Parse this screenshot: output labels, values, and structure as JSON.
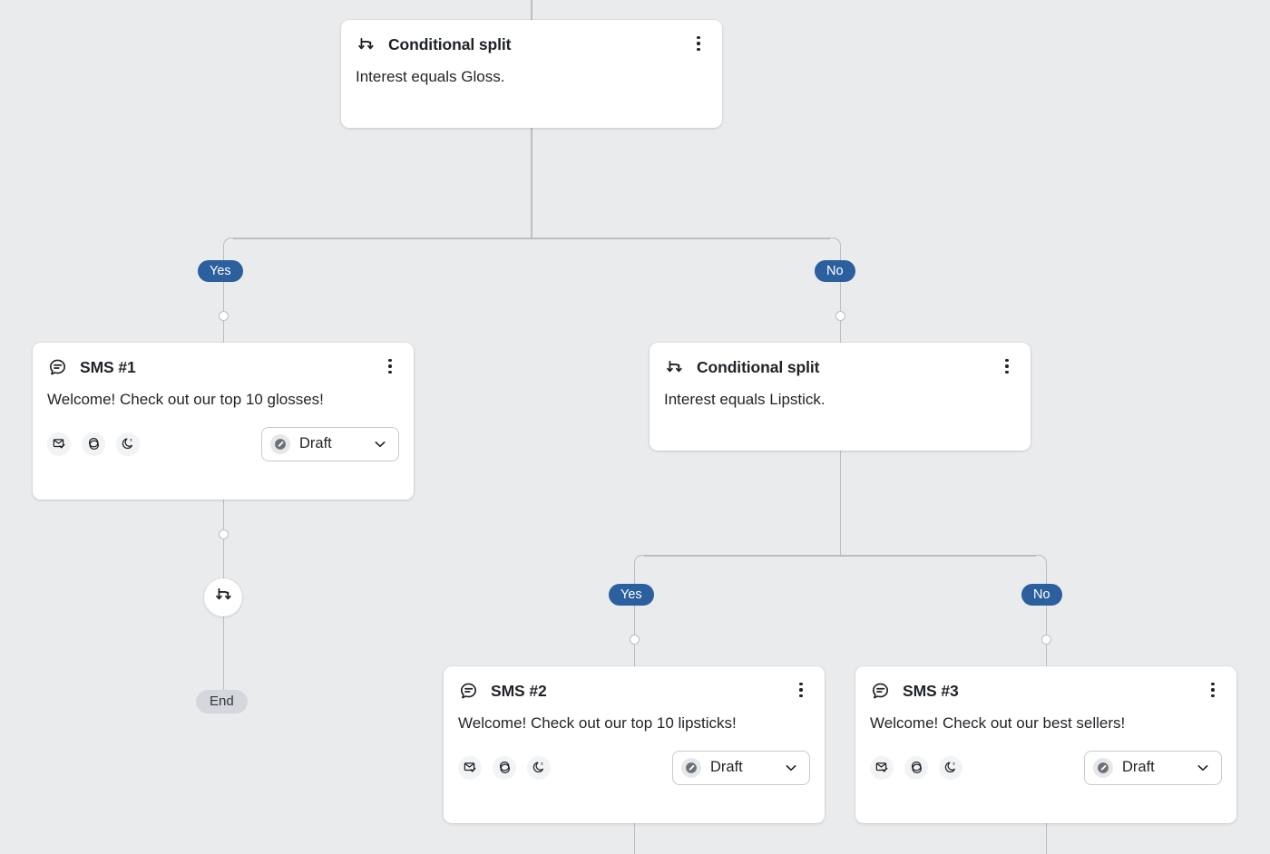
{
  "canvas": {
    "background_color": "#eaebed",
    "line_color": "#b9bec4",
    "branch_pill_color": "#2b5f9e",
    "end_pill_color": "#d4d7dc"
  },
  "nodes": {
    "split_top": {
      "type": "conditional-split",
      "title": "Conditional split",
      "description": "Interest equals Gloss.",
      "icon": "split-arrows-icon",
      "menu_icon": "kebab-menu-icon"
    },
    "sms_1": {
      "type": "sms",
      "title": "SMS #1",
      "message": "Welcome! Check out our top 10 glosses!",
      "icon": "sms-bubble-icon",
      "menu_icon": "kebab-menu-icon",
      "chips": [
        "smart-sending-icon",
        "utm-tracking-icon",
        "quiet-hours-icon"
      ],
      "status": {
        "label": "Draft",
        "icon": "draft-pencil-icon",
        "chevron": "chevron-down-icon"
      }
    },
    "split_mid": {
      "type": "conditional-split",
      "title": "Conditional split",
      "description": "Interest equals Lipstick.",
      "icon": "split-arrows-icon",
      "menu_icon": "kebab-menu-icon"
    },
    "sms_2": {
      "type": "sms",
      "title": "SMS #2",
      "message": "Welcome! Check out our top 10 lipsticks!",
      "icon": "sms-bubble-icon",
      "menu_icon": "kebab-menu-icon",
      "chips": [
        "smart-sending-icon",
        "utm-tracking-icon",
        "quiet-hours-icon"
      ],
      "status": {
        "label": "Draft",
        "icon": "draft-pencil-icon",
        "chevron": "chevron-down-icon"
      }
    },
    "sms_3": {
      "type": "sms",
      "title": "SMS #3",
      "message": "Welcome! Check out our best sellers!",
      "icon": "sms-bubble-icon",
      "menu_icon": "kebab-menu-icon",
      "chips": [
        "smart-sending-icon",
        "utm-tracking-icon",
        "quiet-hours-icon"
      ],
      "status": {
        "label": "Draft",
        "icon": "draft-pencil-icon",
        "chevron": "chevron-down-icon"
      }
    },
    "split_bubble": {
      "type": "conditional-split-glyph",
      "icon": "split-arrows-icon"
    }
  },
  "branches": {
    "top_yes": "Yes",
    "top_no": "No",
    "mid_yes": "Yes",
    "mid_no": "No"
  },
  "terminals": {
    "end": "End"
  }
}
